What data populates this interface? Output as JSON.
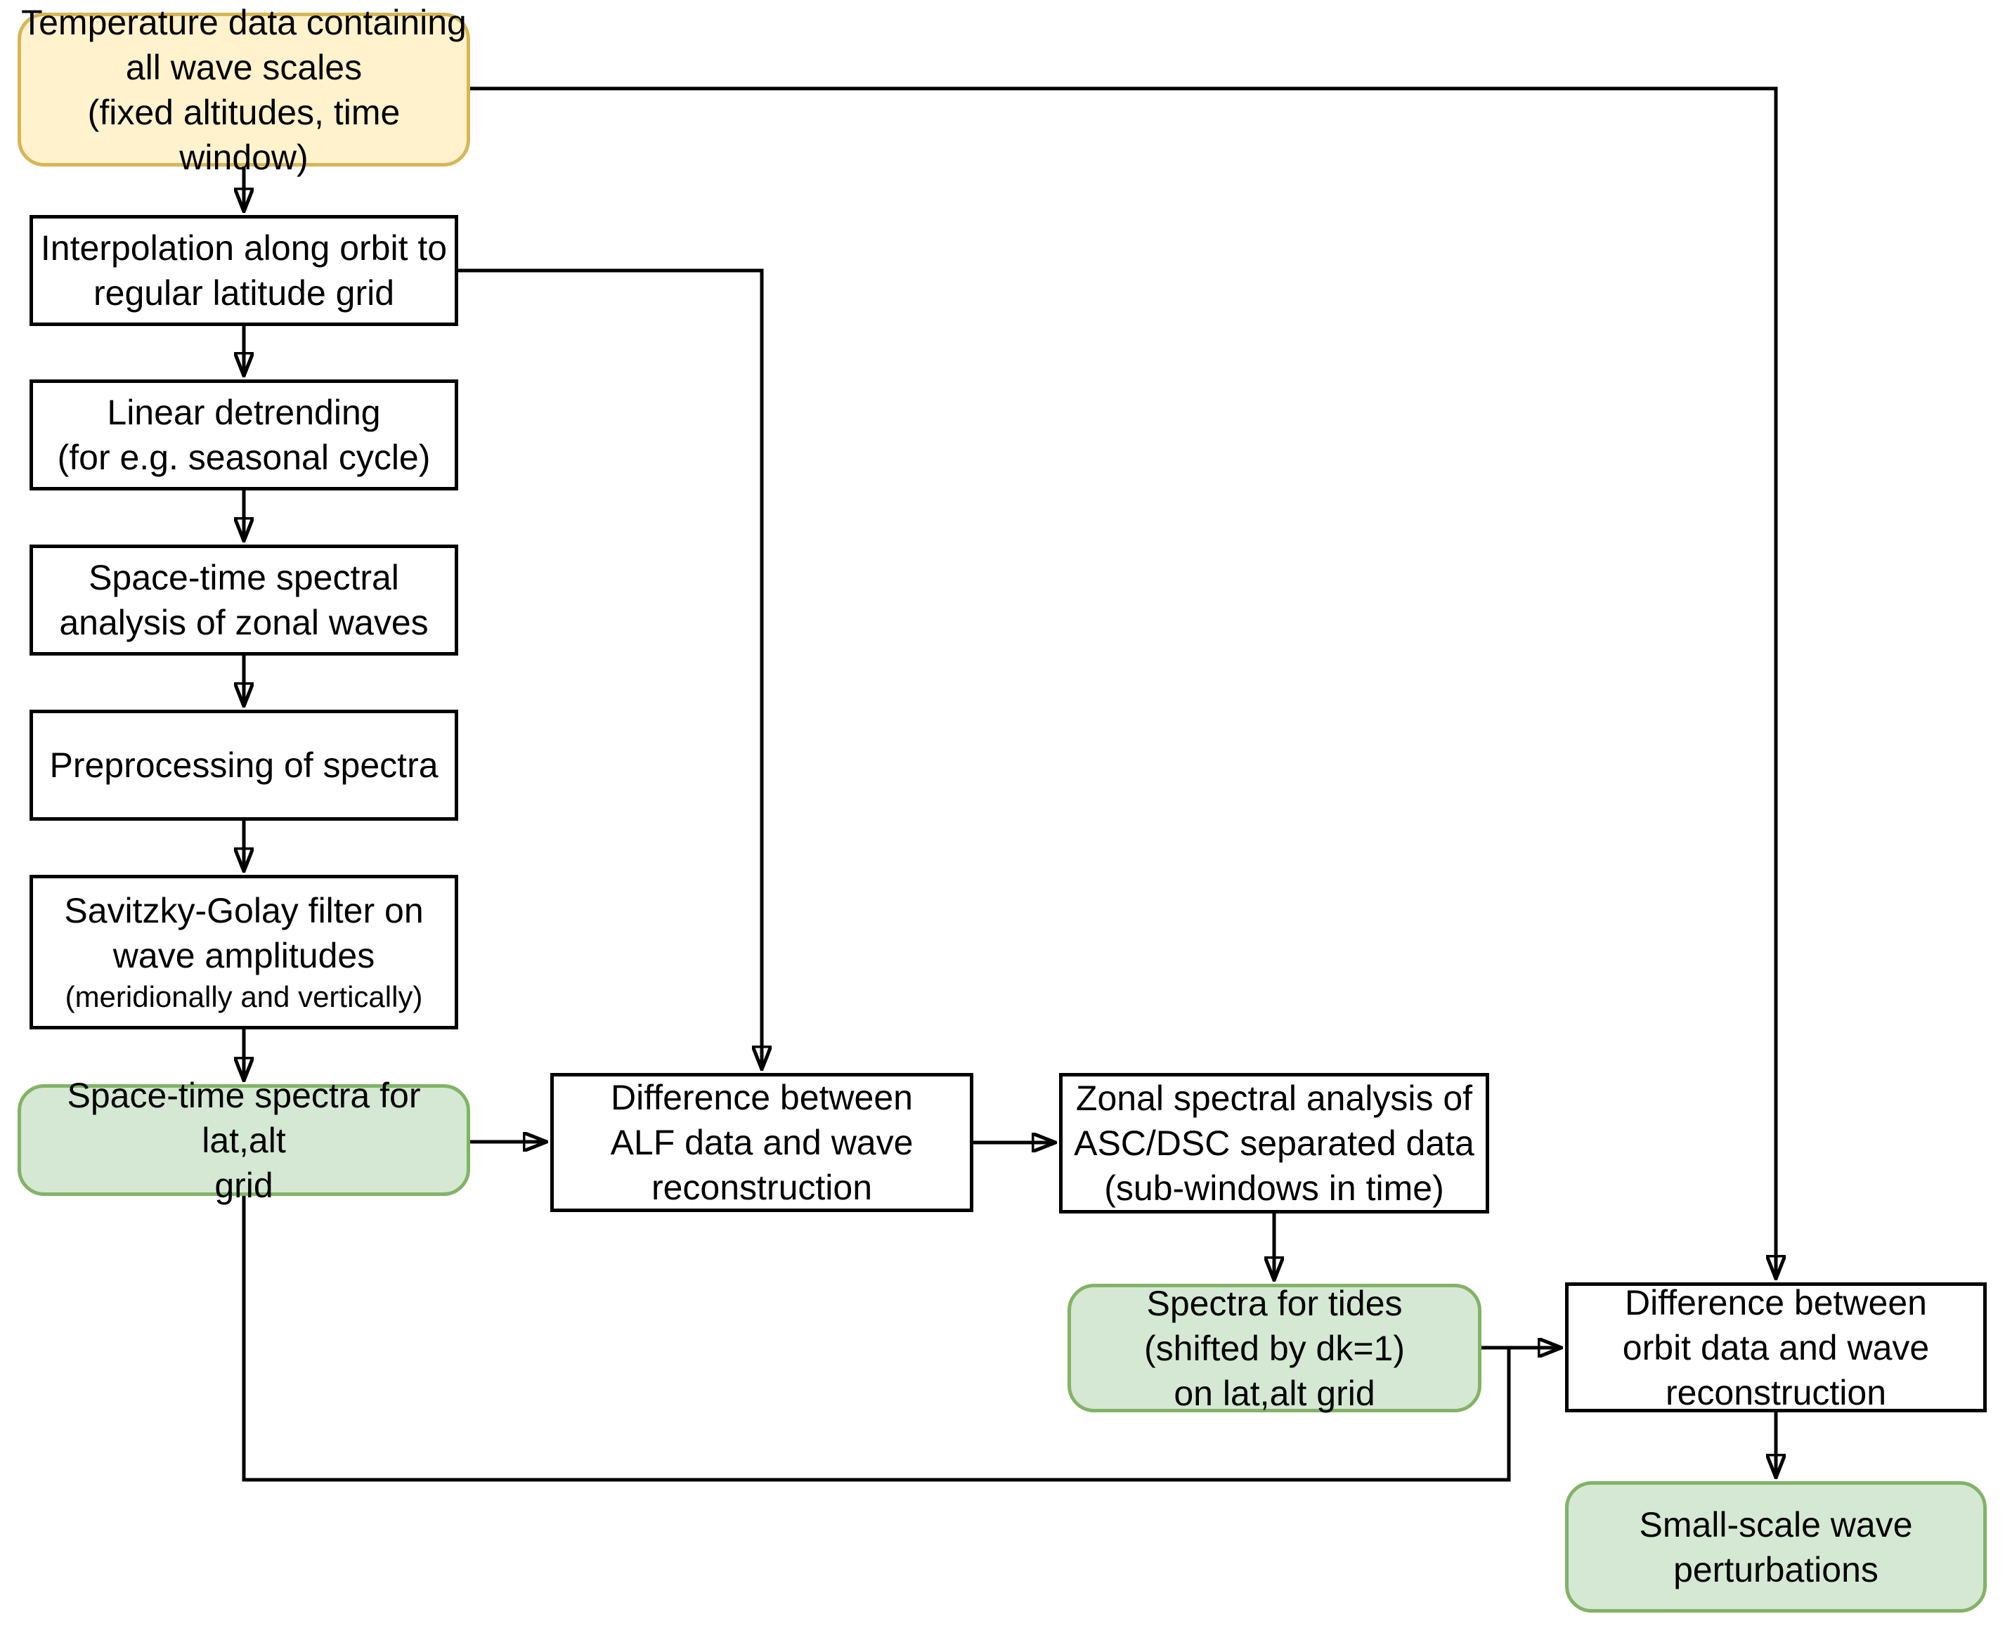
{
  "diagram": {
    "background_color": "#ffffff",
    "colors": {
      "input_fill": "#fff2cc",
      "input_border": "#d6b656",
      "process_fill": "#ffffff",
      "process_border": "#000000",
      "output_fill": "#d5e8d4",
      "output_border": "#82b366",
      "edge": "#000000",
      "text": "#000000"
    },
    "nodes": [
      {
        "id": "temperature-data",
        "kind": "input",
        "text": "Temperature data containing\nall wave scales\n(fixed altitudes, time window)"
      },
      {
        "id": "interpolation",
        "kind": "process",
        "text": "Interpolation along orbit to\nregular latitude grid"
      },
      {
        "id": "linear-detrending",
        "kind": "process",
        "text": "Linear detrending\n(for e.g. seasonal cycle)"
      },
      {
        "id": "space-time-spectral-analysis",
        "kind": "process",
        "text": "Space-time spectral\nanalysis of zonal waves"
      },
      {
        "id": "preprocessing",
        "kind": "process",
        "text": "Preprocessing of spectra"
      },
      {
        "id": "savitzky-golay-filter",
        "kind": "process",
        "text": "Savitzky-Golay filter on\nwave amplitudes",
        "subtext": "(meridionally and vertically)"
      },
      {
        "id": "space-time-spectra-output",
        "kind": "output",
        "text": "Space-time spectra for lat,alt\ngrid"
      },
      {
        "id": "difference-alf",
        "kind": "process",
        "text": "Difference between\nALF data and wave\nreconstruction"
      },
      {
        "id": "zonal-spectral-analysis",
        "kind": "process",
        "text": "Zonal spectral analysis of\nASC/DSC separated data\n(sub-windows in time)"
      },
      {
        "id": "spectra-for-tides-output",
        "kind": "output",
        "text": "Spectra for tides\n(shifted by dk=1)\non lat,alt grid"
      },
      {
        "id": "difference-orbit",
        "kind": "process",
        "text": "Difference between\norbit data and wave\nreconstruction"
      },
      {
        "id": "small-scale-waves-output",
        "kind": "output",
        "text": "Small-scale wave\nperturbations"
      }
    ],
    "edges": [
      {
        "from": "temperature-data",
        "to": "interpolation"
      },
      {
        "from": "interpolation",
        "to": "linear-detrending"
      },
      {
        "from": "linear-detrending",
        "to": "space-time-spectral-analysis"
      },
      {
        "from": "space-time-spectral-analysis",
        "to": "preprocessing"
      },
      {
        "from": "preprocessing",
        "to": "savitzky-golay-filter"
      },
      {
        "from": "savitzky-golay-filter",
        "to": "space-time-spectra-output"
      },
      {
        "from": "space-time-spectra-output",
        "to": "difference-alf"
      },
      {
        "from": "interpolation",
        "to": "difference-alf"
      },
      {
        "from": "difference-alf",
        "to": "zonal-spectral-analysis"
      },
      {
        "from": "zonal-spectral-analysis",
        "to": "spectra-for-tides-output"
      },
      {
        "from": "spectra-for-tides-output",
        "to": "difference-orbit"
      },
      {
        "from": "space-time-spectra-output",
        "to": "difference-orbit"
      },
      {
        "from": "temperature-data",
        "to": "difference-orbit"
      },
      {
        "from": "difference-orbit",
        "to": "small-scale-waves-output"
      }
    ]
  }
}
